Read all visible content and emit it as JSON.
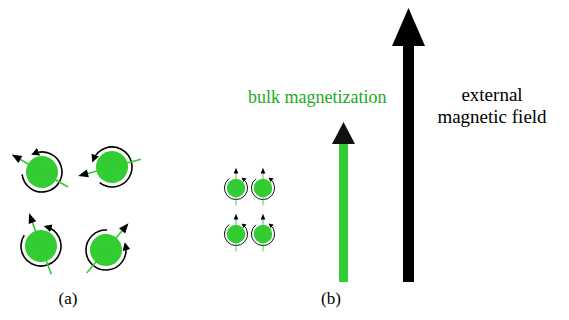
{
  "diagram": {
    "labels": [
      "(a)",
      "(b)",
      "bulk magnetization",
      "external magnetic field"
    ]
  }
}
